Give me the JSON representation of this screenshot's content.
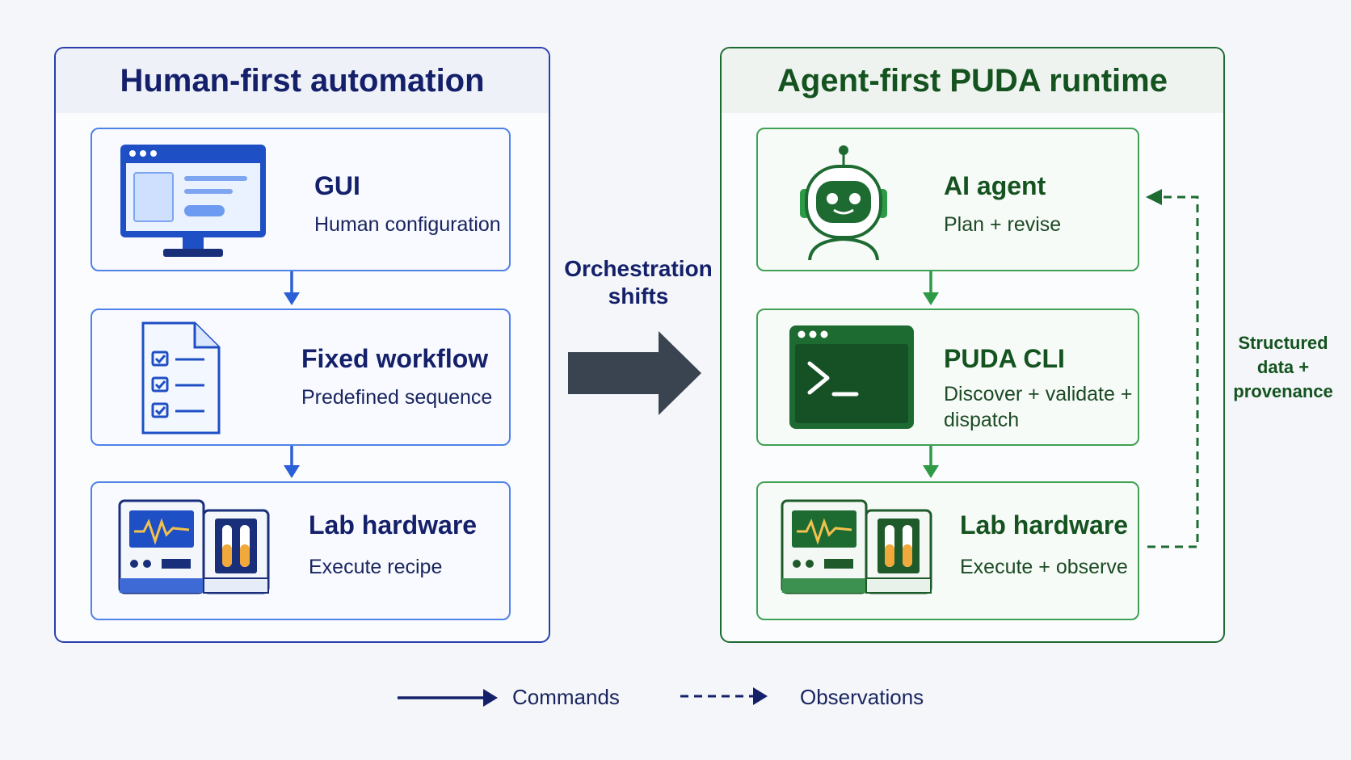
{
  "left_panel": {
    "title": "Human-first automation",
    "cards": [
      {
        "title": "GUI",
        "subtitle": "Human configuration"
      },
      {
        "title": "Fixed workflow",
        "subtitle": "Predefined sequence"
      },
      {
        "title": "Lab hardware",
        "subtitle": "Execute recipe"
      }
    ]
  },
  "right_panel": {
    "title": "Agent-first PUDA runtime",
    "cards": [
      {
        "title": "AI agent",
        "subtitle": "Plan + revise"
      },
      {
        "title": "PUDA CLI",
        "subtitle_line1": "Discover + validate +",
        "subtitle_line2": "dispatch"
      },
      {
        "title": "Lab hardware",
        "subtitle": "Execute + observe"
      }
    ]
  },
  "middle": {
    "line1": "Orchestration",
    "line2": "shifts"
  },
  "feedback": {
    "line1": "Structured",
    "line2": "data +",
    "line3": "provenance"
  },
  "legend": {
    "commands": "Commands",
    "observations": "Observations"
  },
  "colors": {
    "left_accent": "#2a3fae",
    "right_accent": "#1e6b32",
    "arrow_dark": "#3a4451"
  }
}
